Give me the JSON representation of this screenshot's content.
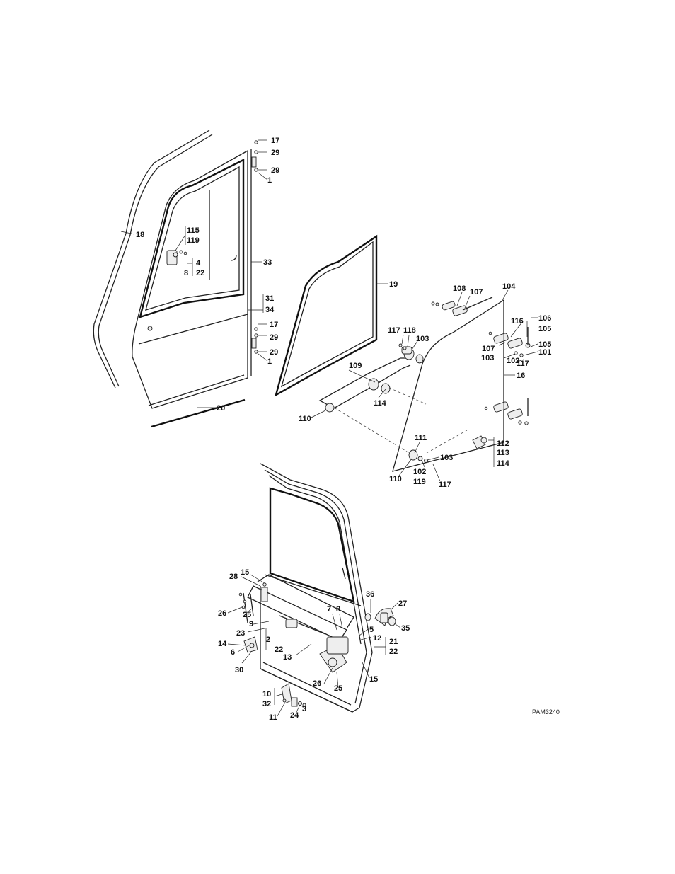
{
  "labels": [
    {
      "id": "a17",
      "text": "17"
    },
    {
      "id": "a29",
      "text": "29"
    },
    {
      "id": "b29",
      "text": "29"
    },
    {
      "id": "a1",
      "text": "1"
    },
    {
      "id": "a18",
      "text": "18"
    },
    {
      "id": "a115",
      "text": "115"
    },
    {
      "id": "a119",
      "text": "119"
    },
    {
      "id": "a4",
      "text": "4"
    },
    {
      "id": "a8",
      "text": "8"
    },
    {
      "id": "a22",
      "text": "22"
    },
    {
      "id": "a33",
      "text": "33"
    },
    {
      "id": "a31",
      "text": "31"
    },
    {
      "id": "a34",
      "text": "34"
    },
    {
      "id": "b17",
      "text": "17"
    },
    {
      "id": "c29",
      "text": "29"
    },
    {
      "id": "d29",
      "text": "29"
    },
    {
      "id": "b1",
      "text": "1"
    },
    {
      "id": "a20",
      "text": "20"
    },
    {
      "id": "a19",
      "text": "19"
    },
    {
      "id": "a108",
      "text": "108"
    },
    {
      "id": "a107",
      "text": "107"
    },
    {
      "id": "a104",
      "text": "104"
    },
    {
      "id": "a106",
      "text": "106"
    },
    {
      "id": "a116",
      "text": "116"
    },
    {
      "id": "a105",
      "text": "105"
    },
    {
      "id": "b105",
      "text": "105"
    },
    {
      "id": "a101",
      "text": "101"
    },
    {
      "id": "b107",
      "text": "107"
    },
    {
      "id": "a117",
      "text": "117"
    },
    {
      "id": "a118",
      "text": "118"
    },
    {
      "id": "a103",
      "text": "103"
    },
    {
      "id": "b103",
      "text": "103"
    },
    {
      "id": "a102",
      "text": "102"
    },
    {
      "id": "b117",
      "text": "117"
    },
    {
      "id": "a109",
      "text": "109"
    },
    {
      "id": "a16",
      "text": "16"
    },
    {
      "id": "a114",
      "text": "114"
    },
    {
      "id": "a110",
      "text": "110"
    },
    {
      "id": "a111",
      "text": "111"
    },
    {
      "id": "a112",
      "text": "112"
    },
    {
      "id": "a113",
      "text": "113"
    },
    {
      "id": "b114",
      "text": "114"
    },
    {
      "id": "c103",
      "text": "103"
    },
    {
      "id": "b110",
      "text": "110"
    },
    {
      "id": "b102",
      "text": "102"
    },
    {
      "id": "b119",
      "text": "119"
    },
    {
      "id": "c117",
      "text": "117"
    },
    {
      "id": "a28",
      "text": "28"
    },
    {
      "id": "a15",
      "text": "15"
    },
    {
      "id": "a26",
      "text": "26"
    },
    {
      "id": "a25",
      "text": "25"
    },
    {
      "id": "a9",
      "text": "9"
    },
    {
      "id": "a23",
      "text": "23"
    },
    {
      "id": "a14",
      "text": "14"
    },
    {
      "id": "a6",
      "text": "6"
    },
    {
      "id": "a30",
      "text": "30"
    },
    {
      "id": "a2",
      "text": "2"
    },
    {
      "id": "b22",
      "text": "22"
    },
    {
      "id": "a13",
      "text": "13"
    },
    {
      "id": "a7",
      "text": "7"
    },
    {
      "id": "b8",
      "text": "8"
    },
    {
      "id": "a36",
      "text": "36"
    },
    {
      "id": "a27",
      "text": "27"
    },
    {
      "id": "a35",
      "text": "35"
    },
    {
      "id": "a5",
      "text": "5"
    },
    {
      "id": "a12",
      "text": "12"
    },
    {
      "id": "a21",
      "text": "21"
    },
    {
      "id": "c22",
      "text": "22"
    },
    {
      "id": "b15",
      "text": "15"
    },
    {
      "id": "b26",
      "text": "26"
    },
    {
      "id": "b25",
      "text": "25"
    },
    {
      "id": "a10",
      "text": "10"
    },
    {
      "id": "a32",
      "text": "32"
    },
    {
      "id": "a3",
      "text": "3"
    },
    {
      "id": "a11",
      "text": "11"
    },
    {
      "id": "a24",
      "text": "24"
    }
  ],
  "figure_code": "PAM3240"
}
